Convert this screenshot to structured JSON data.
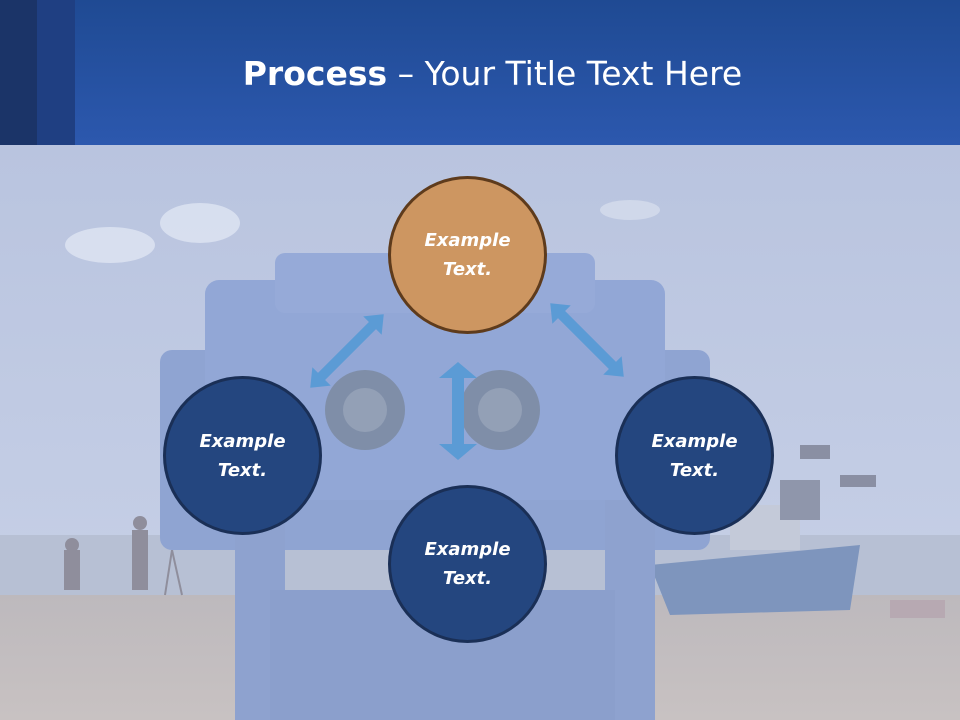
{
  "title": {
    "bold": "Process",
    "rest": " – Your Title Text Here"
  },
  "nodes": {
    "top": {
      "line1": "Example",
      "line2": "Text."
    },
    "left": {
      "line1": "Example",
      "line2": "Text."
    },
    "right": {
      "line1": "Example",
      "line2": "Text."
    },
    "bottom": {
      "line1": "Example",
      "line2": "Text."
    }
  },
  "colors": {
    "title_bar": "#2c58ae",
    "node_blue": "#24467f",
    "node_orange": "#cd9661",
    "arrow": "#5b9bd5"
  }
}
